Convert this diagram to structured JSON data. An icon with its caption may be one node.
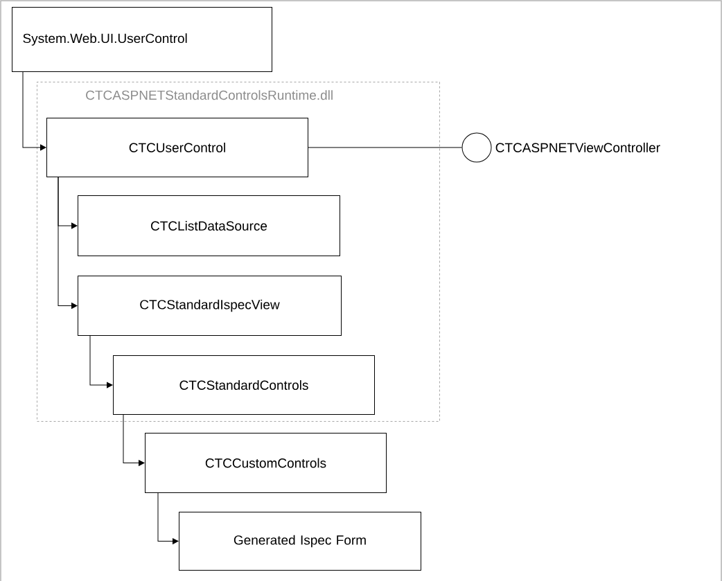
{
  "diagram": {
    "nodes": [
      {
        "text": [
          "System.Web.UI.UserControl"
        ]
      },
      {
        "text": [
          "CTCASPNETStandardControlsRuntime.dll"
        ]
      },
      {
        "text": [
          "CTCUserControl"
        ],
        "in": 1
      },
      {
        "text": [],
        "shape": "circle",
        "beside": [
          "CTCASPNETViewController"
        ]
      },
      {
        "text": [
          "CTCListDataSource"
        ],
        "in": 1
      },
      {
        "text": [
          "CTCStandardIspecView"
        ],
        "in": 1
      },
      {
        "text": [
          "CTCStandardControls"
        ],
        "in": 1
      },
      {
        "text": [
          "CTCCustomControls"
        ]
      },
      {
        "text": [
          "Generated Ispec Form"
        ]
      }
    ],
    "edges": [
      {
        "from": 0,
        "to": 2,
        "arrow": "to"
      },
      {
        "from": 2,
        "to": 3,
        "arrow": "none"
      },
      {
        "from": 2,
        "to": 4,
        "arrow": "to"
      },
      {
        "from": 2,
        "to": 5,
        "arrow": "to"
      },
      {
        "from": 5,
        "to": 6,
        "arrow": "to"
      },
      {
        "from": 6,
        "to": 7,
        "arrow": "to"
      },
      {
        "from": 7,
        "to": 8,
        "arrow": "to"
      }
    ]
  }
}
